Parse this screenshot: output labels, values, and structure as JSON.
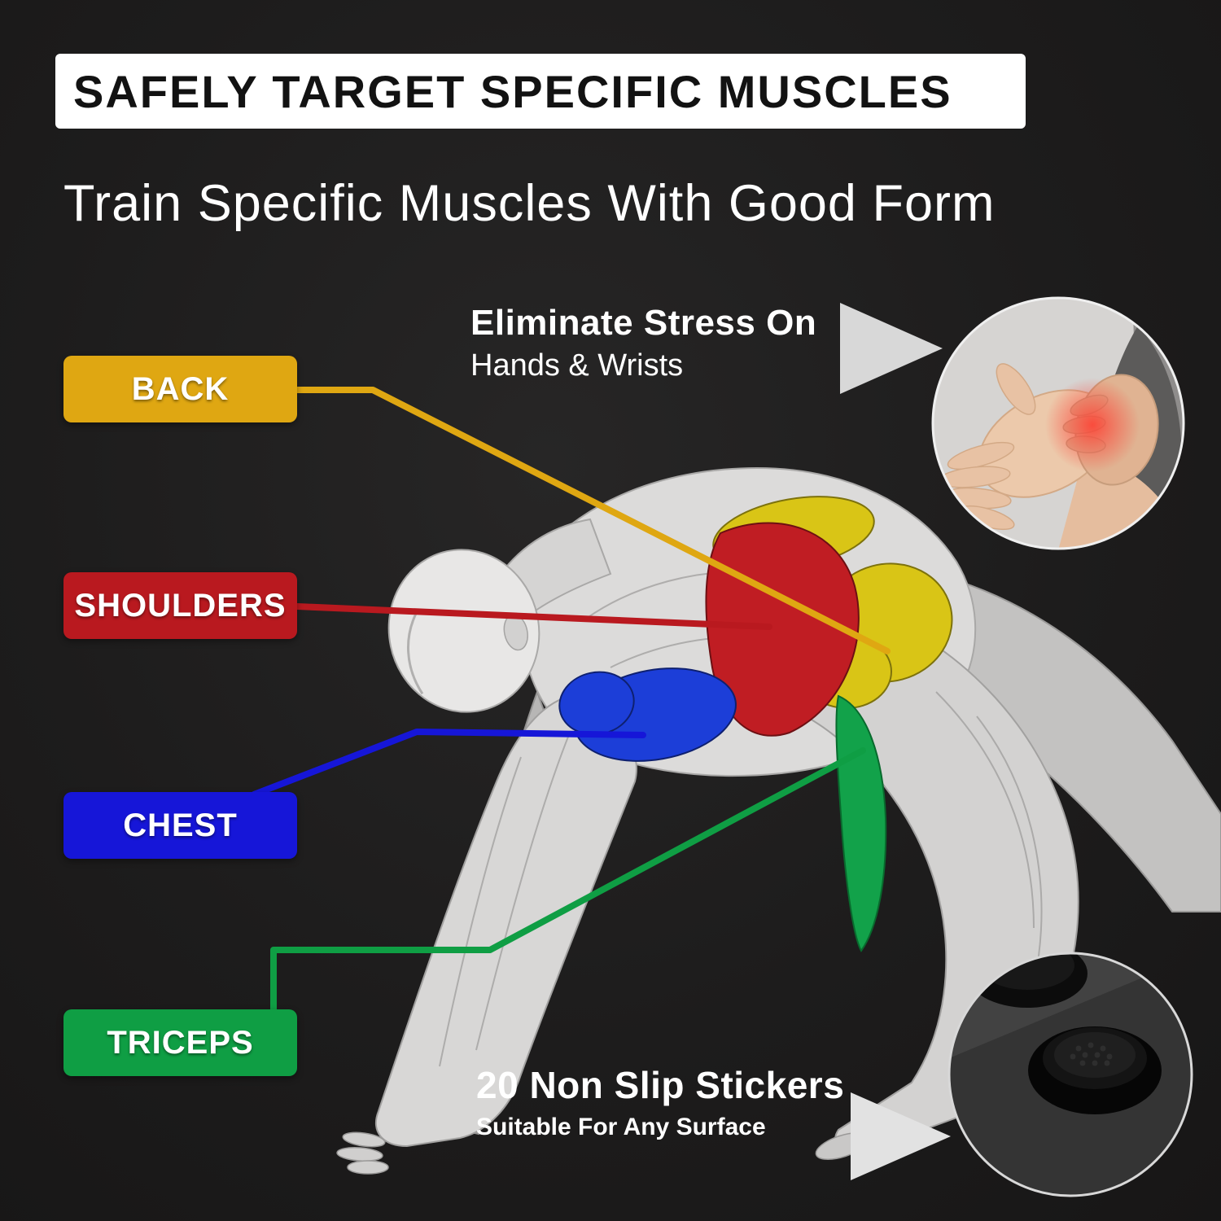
{
  "title": "SAFELY TARGET SPECIFIC MUSCLES",
  "subtitle": "Train Specific Muscles With Good Form",
  "callouts": {
    "wrists": {
      "line1": "Eliminate Stress On",
      "line2": "Hands & Wrists"
    },
    "stickers": {
      "line1": "20 Non Slip Stickers",
      "line2": "Suitable For Any Surface"
    }
  },
  "labels": [
    {
      "id": "back",
      "text": "BACK",
      "color": "#dfa712"
    },
    {
      "id": "shoulders",
      "text": "SHOULDERS",
      "color": "#b9191f"
    },
    {
      "id": "chest",
      "text": "CHEST",
      "color": "#1616d8"
    },
    {
      "id": "triceps",
      "text": "TRICEPS",
      "color": "#0f9e44"
    }
  ],
  "figure": {
    "description": "muscle anatomy figure in pike push-up position",
    "highlights": [
      {
        "muscle": "back",
        "color": "#d9c516"
      },
      {
        "muscle": "shoulders",
        "color": "#c01d23"
      },
      {
        "muscle": "chest",
        "color": "#1c3ed8"
      },
      {
        "muscle": "triceps",
        "color": "#12a24a"
      }
    ]
  },
  "colors": {
    "background": "#1d1c1c",
    "title_bg": "#ffffff",
    "title_text": "#121212",
    "body_text": "#ffffff",
    "arrow": "#d8d8d8"
  }
}
